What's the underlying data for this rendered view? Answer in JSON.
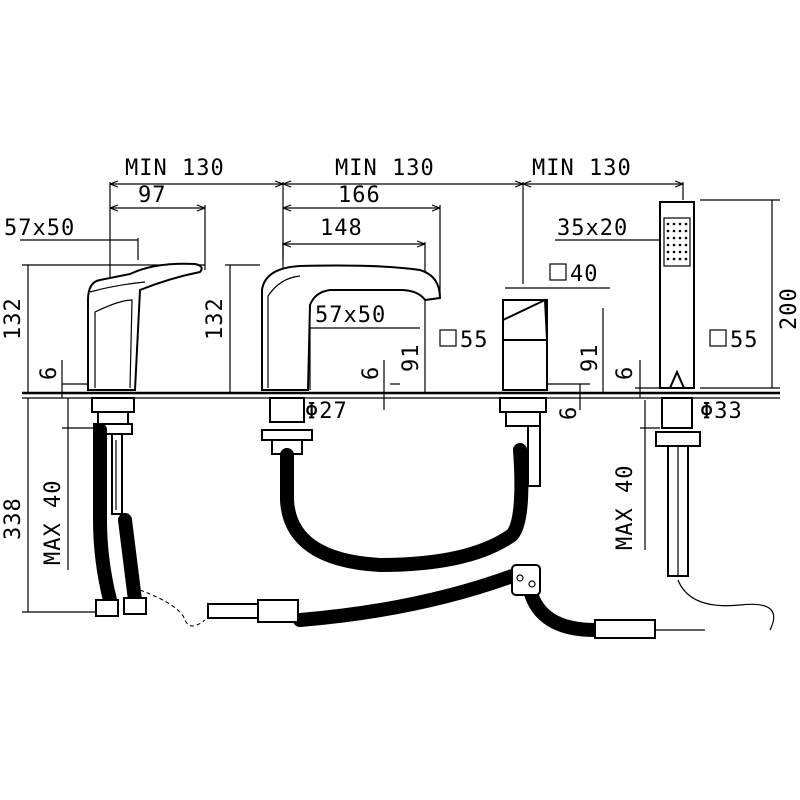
{
  "dimensions": {
    "min130_a": "MIN 130",
    "min130_b": "MIN 130",
    "min130_c": "MIN 130",
    "d97": "97",
    "d166": "166",
    "d148": "148",
    "d57x50_a": "57x50",
    "d57x50_b": "57x50",
    "d35x20": "35x20",
    "d200": "200",
    "sq40": "40",
    "sq55_a": "55",
    "sq55_b": "55",
    "d132_a": "132",
    "d132_b": "132",
    "d91_a": "91",
    "d91_b": "91",
    "d6_a": "6",
    "d6_b": "6",
    "d6_c": "6",
    "d6_d": "6",
    "phi27": "Φ27",
    "phi33": "Φ33",
    "max40_a": "MAX 40",
    "max40_b": "MAX 40",
    "d338": "338"
  }
}
